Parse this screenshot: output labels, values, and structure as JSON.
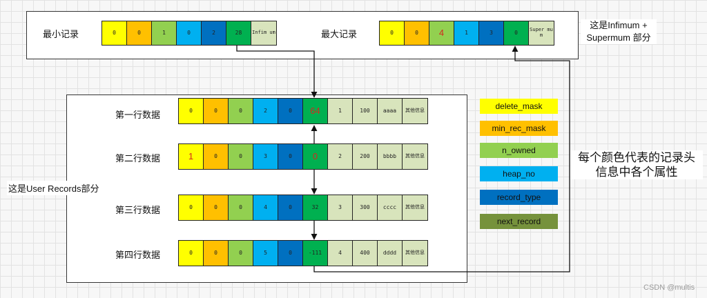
{
  "top": {
    "min_label": "最小记录",
    "max_label": "最大记录",
    "infimum": [
      "0",
      "0",
      "1",
      "0",
      "2",
      "28",
      "Infim um"
    ],
    "supremum": [
      "0",
      "0",
      "4",
      "1",
      "3",
      "0",
      "Super mum"
    ],
    "note": "这是Infimum + Supermum 部分"
  },
  "user_records": {
    "note": "这是User Records部分",
    "rows": [
      {
        "label": "第一行数据",
        "cells": [
          "0",
          "0",
          "0",
          "2",
          "0",
          "64",
          "1",
          "100",
          "aaaa",
          "其他信息"
        ]
      },
      {
        "label": "第二行数据",
        "cells": [
          "1",
          "0",
          "0",
          "3",
          "0",
          "0",
          "2",
          "200",
          "bbbb",
          "其他信息"
        ]
      },
      {
        "label": "第三行数据",
        "cells": [
          "0",
          "0",
          "0",
          "4",
          "0",
          "32",
          "3",
          "300",
          "cccc",
          "其他信息"
        ]
      },
      {
        "label": "第四行数据",
        "cells": [
          "0",
          "0",
          "0",
          "5",
          "0",
          "-111",
          "4",
          "400",
          "dddd",
          "其他信息"
        ]
      }
    ]
  },
  "legend": {
    "items": [
      {
        "label": "delete_mask",
        "color": "#ffff00"
      },
      {
        "label": "min_rec_mask",
        "color": "#ffc000"
      },
      {
        "label": "n_owned",
        "color": "#92d050"
      },
      {
        "label": "heap_no",
        "color": "#00b0f0"
      },
      {
        "label": "record_type",
        "color": "#0070c0"
      },
      {
        "label": "next_record",
        "color": "#76923c"
      }
    ],
    "note_line1": "每个颜色代表的记录头",
    "note_line2": "信息中各个属性"
  },
  "watermark": "CSDN @multis"
}
